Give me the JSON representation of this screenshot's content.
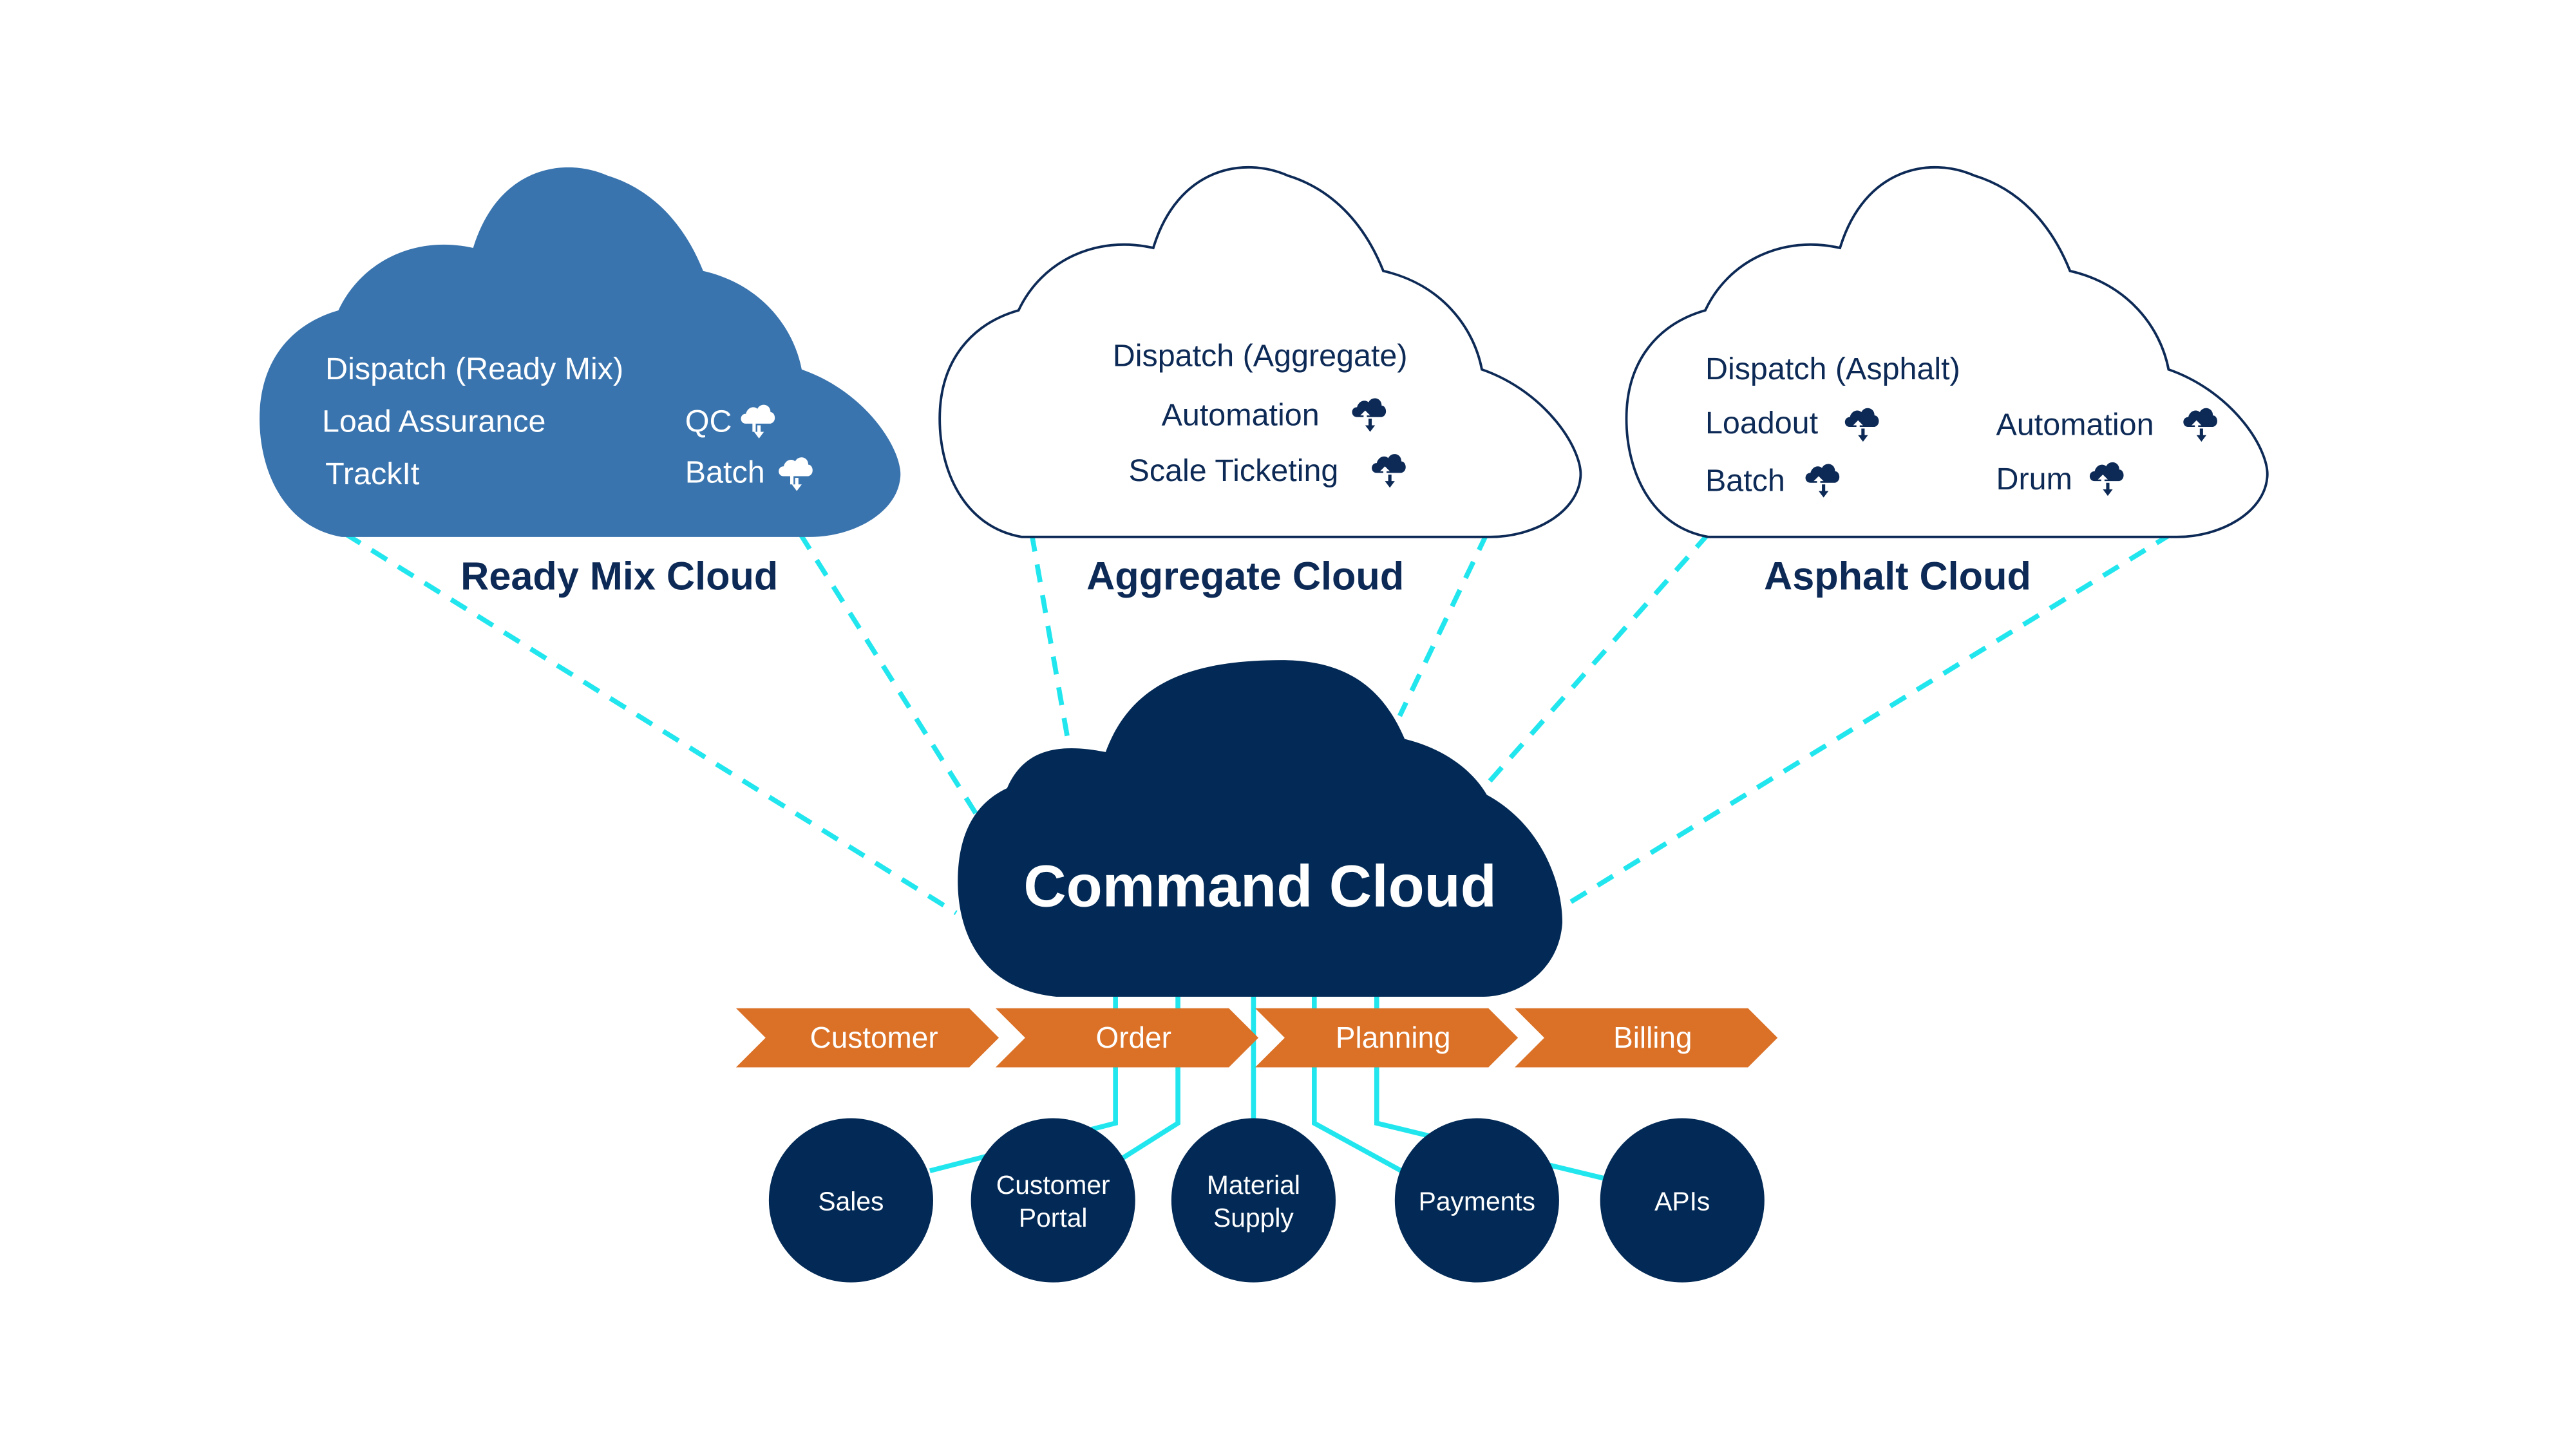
{
  "colors": {
    "ready_mix_fill": "#3a74ae",
    "outline_cloud_stroke": "#0d2a56",
    "command_cloud_fill": "#032a56",
    "chevron_fill": "#db7127",
    "node_fill": "#032a56",
    "connector": "#22e6ee",
    "text_dark": "#0d2a56",
    "text_light": "#ffffff"
  },
  "clouds": [
    {
      "id": "ready-mix",
      "title": "Ready Mix Cloud",
      "style": "filled",
      "items": [
        {
          "label": "Dispatch (Ready Mix)",
          "icon": null
        },
        {
          "label": "Load Assurance",
          "icon": null
        },
        {
          "label": "TrackIt",
          "icon": null
        },
        {
          "label": "QC",
          "icon": "cloud-sync-icon"
        },
        {
          "label": "Batch",
          "icon": "cloud-sync-icon"
        }
      ]
    },
    {
      "id": "aggregate",
      "title": "Aggregate Cloud",
      "style": "outline",
      "items": [
        {
          "label": "Dispatch (Aggregate)",
          "icon": null
        },
        {
          "label": "Automation",
          "icon": "cloud-sync-icon"
        },
        {
          "label": "Scale Ticketing",
          "icon": "cloud-sync-icon"
        }
      ]
    },
    {
      "id": "asphalt",
      "title": "Asphalt Cloud",
      "style": "outline",
      "items": [
        {
          "label": "Dispatch (Asphalt)",
          "icon": null
        },
        {
          "label": "Loadout",
          "icon": "cloud-sync-icon"
        },
        {
          "label": "Batch",
          "icon": "cloud-sync-icon"
        },
        {
          "label": "Automation",
          "icon": "cloud-sync-icon"
        },
        {
          "label": "Drum",
          "icon": "cloud-sync-icon"
        }
      ]
    }
  ],
  "command_cloud": {
    "title": "Command Cloud"
  },
  "process_steps": [
    "Customer",
    "Order",
    "Planning",
    "Billing"
  ],
  "nodes": [
    {
      "lines": [
        "Sales"
      ]
    },
    {
      "lines": [
        "Customer",
        "Portal"
      ]
    },
    {
      "lines": [
        "Material",
        "Supply"
      ]
    },
    {
      "lines": [
        "Payments"
      ]
    },
    {
      "lines": [
        "APIs"
      ]
    }
  ]
}
